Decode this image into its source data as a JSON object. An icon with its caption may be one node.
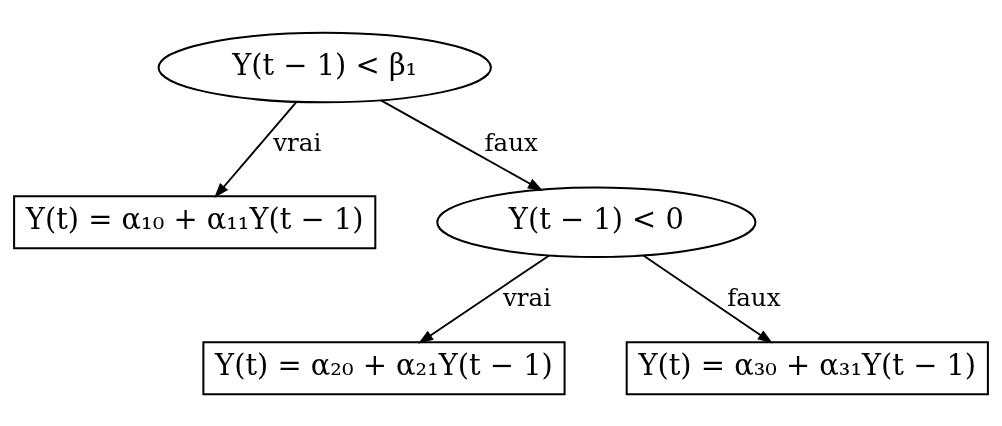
{
  "diagram": {
    "nodes": [
      {
        "text": [
          "Y(t − 1) < β₁"
        ]
      },
      {
        "text": [
          "Y(t) = α₁₀ + α₁₁Y(t − 1)"
        ]
      },
      {
        "text": [
          "Y(t − 1) < 0"
        ]
      },
      {
        "text": [
          "Y(t) = α₂₀ + α₂₁Y(t − 1)"
        ]
      },
      {
        "text": [
          "Y(t) = α₃₀ + α₃₁Y(t − 1)"
        ]
      }
    ],
    "edges": [
      {
        "from": 0,
        "to": 1,
        "arrow": "to",
        "label": "vrai"
      },
      {
        "from": 0,
        "to": 2,
        "arrow": "to",
        "label": "faux"
      },
      {
        "from": 2,
        "to": 3,
        "arrow": "to",
        "label": "vrai"
      },
      {
        "from": 2,
        "to": 4,
        "arrow": "to",
        "label": "faux"
      }
    ]
  }
}
